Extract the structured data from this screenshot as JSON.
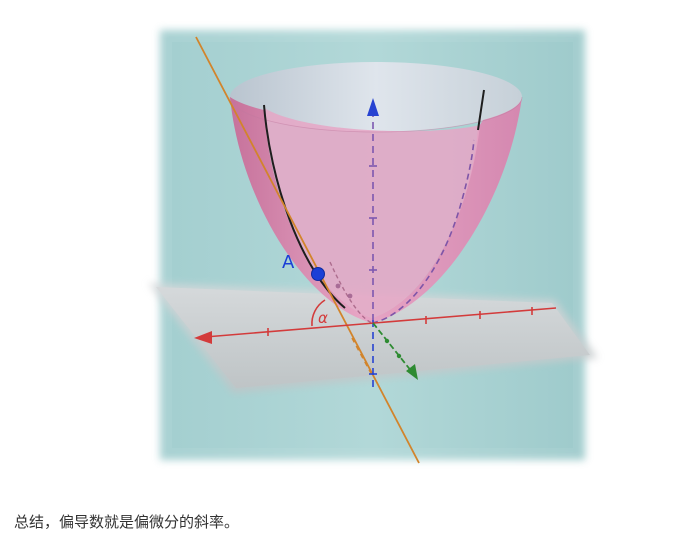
{
  "figure": {
    "point_label": "A",
    "angle_label": "α",
    "colors": {
      "background_plane": "#a9d2d3",
      "horizontal_plane": "#cfd3d6",
      "surface": "#dd8fb5",
      "surface_interior": "#c7cfd6",
      "tangent_line": "#d2842b",
      "x_axis": "#d33b3b",
      "y_axis": "#2e8b32",
      "z_axis": "#2743d1",
      "point": "#1a3fd6",
      "dashed_curve": "#7e55a8"
    },
    "icons": {
      "x_axis_arrow": "red-arrow-icon",
      "y_axis_arrow": "green-arrow-icon",
      "z_axis_arrow": "blue-arrow-icon"
    }
  },
  "caption": "总结，偏导数就是偏微分的斜率。"
}
